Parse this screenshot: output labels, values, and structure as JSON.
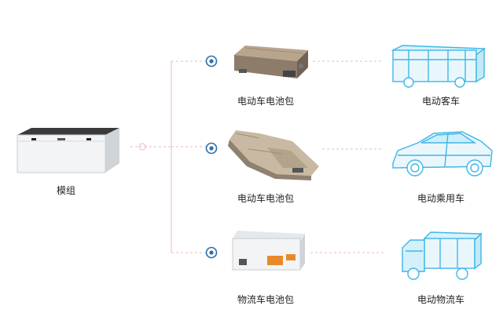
{
  "source": {
    "label": "模组",
    "icon": "battery-module-icon"
  },
  "branches": [
    {
      "pack_label": "电动车电池包",
      "pack_icon": "battery-pack-icon",
      "vehicle_label": "电动客车",
      "vehicle_icon": "electric-bus-icon"
    },
    {
      "pack_label": "电动车电池包",
      "pack_icon": "battery-pack-icon",
      "vehicle_label": "电动乘用车",
      "vehicle_icon": "electric-car-icon"
    },
    {
      "pack_label": "物流车电池包",
      "pack_icon": "battery-pack-icon",
      "vehicle_label": "电动物流车",
      "vehicle_icon": "electric-truck-icon"
    }
  ],
  "colors": {
    "connector": "#e7b8c6",
    "node_ring": "#2d6fa8",
    "vehicle_blue": "#3fb6e6",
    "label_text": "#222222"
  }
}
